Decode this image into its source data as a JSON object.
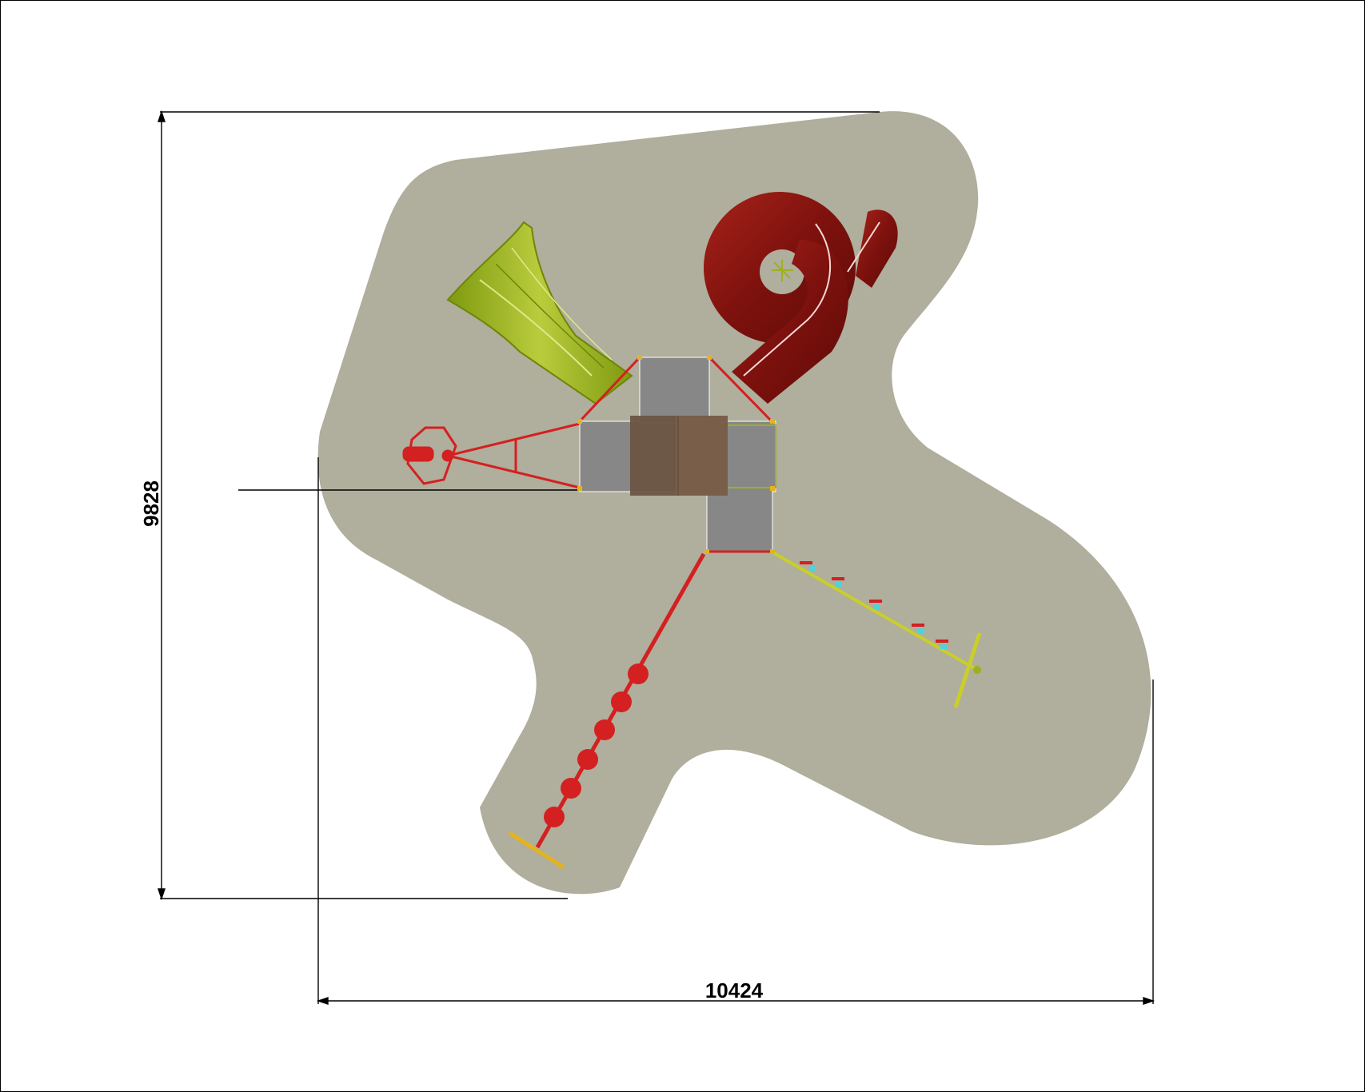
{
  "dimensions": {
    "height_label": "9828",
    "width_label": "10424"
  },
  "colors": {
    "surface": "#b0ae9c",
    "platform": "#878787",
    "roof": "#6b5443",
    "frame_red": "#d42020",
    "tube_slide": "#8b1410",
    "wave_slide": "#9bb21e",
    "bar_yellow": "#c9cf2a",
    "dimension_line": "#000000"
  },
  "components": [
    "safety-surface",
    "central-tower",
    "spiral-tube-slide",
    "wave-slide",
    "tire-swing",
    "stepping-disc-bridge",
    "chain-bridge"
  ]
}
